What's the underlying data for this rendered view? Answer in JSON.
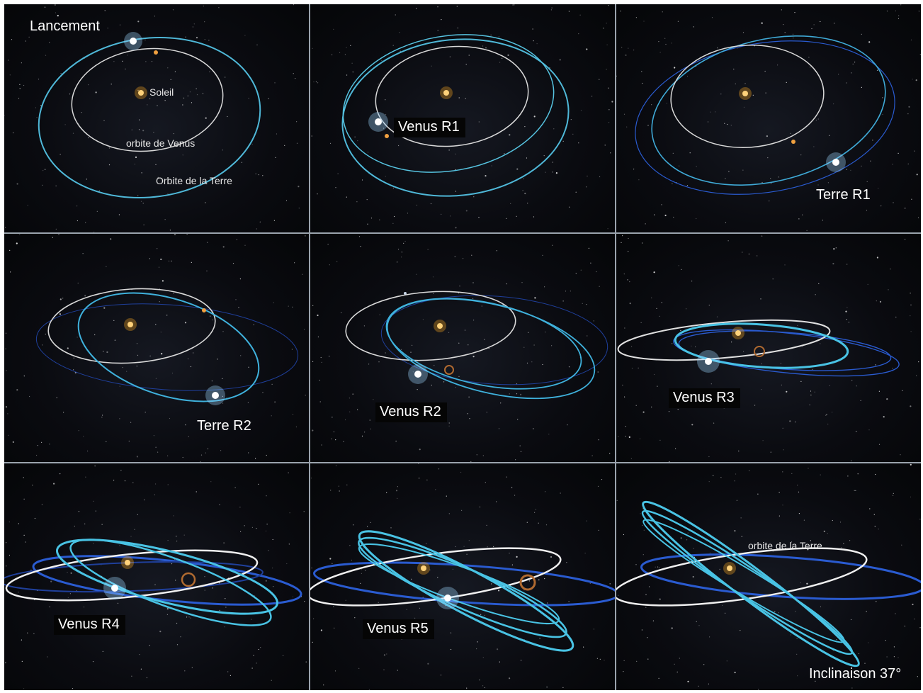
{
  "panels": [
    {
      "id": "lancement",
      "labels": {
        "main": "Lancement",
        "sun": "Soleil",
        "venus_orbit": "orbite de Venus",
        "earth_orbit": "Orbite de la Terre"
      }
    },
    {
      "id": "venus-r1",
      "labels": {
        "main": "Venus R1"
      }
    },
    {
      "id": "terre-r1",
      "labels": {
        "main": "Terre R1"
      }
    },
    {
      "id": "terre-r2",
      "labels": {
        "main": "Terre R2"
      }
    },
    {
      "id": "venus-r2",
      "labels": {
        "main": "Venus R2"
      }
    },
    {
      "id": "venus-r3",
      "labels": {
        "main": "Venus R3"
      }
    },
    {
      "id": "venus-r4",
      "labels": {
        "main": "Venus R4"
      }
    },
    {
      "id": "venus-r5",
      "labels": {
        "main": "Venus R5"
      }
    },
    {
      "id": "inclinaison",
      "labels": {
        "main": "Inclinaison 37°",
        "earth_orbit": "orbite de la Terre"
      }
    }
  ],
  "colors": {
    "background": "#050608",
    "earth_orbit": "#5ec8e0",
    "venus_orbit": "#e8e8e8",
    "probe_orbit": "#38b7e6",
    "deep_orbit": "#2a5bd0",
    "sun": "#f5a623",
    "probe_flash": "#9fd6ff"
  }
}
